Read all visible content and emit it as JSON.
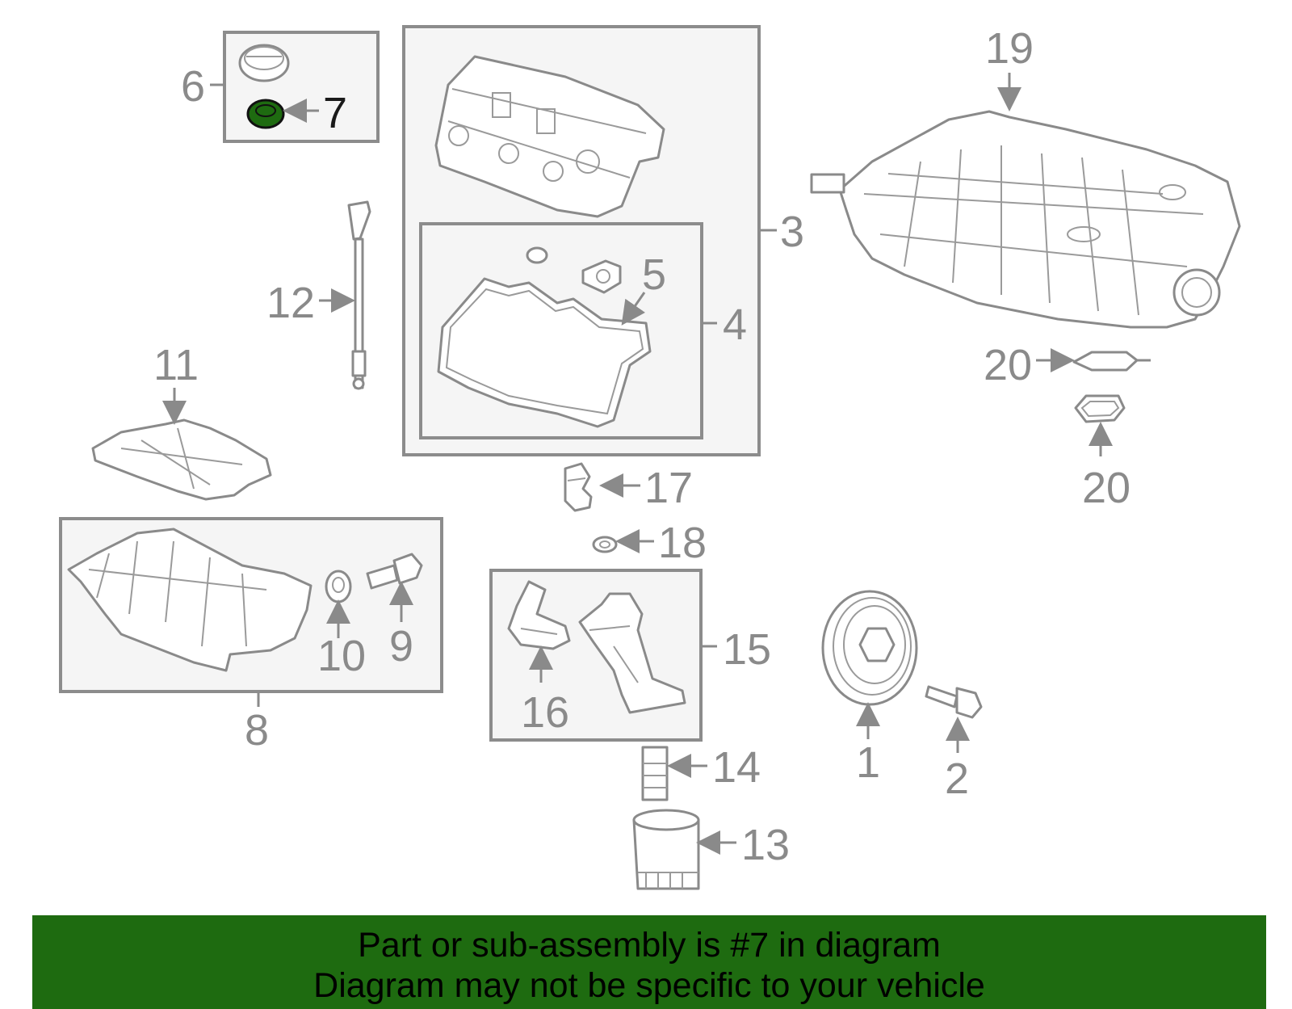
{
  "callouts": {
    "c1": "1",
    "c2": "2",
    "c3": "3",
    "c4": "4",
    "c5": "5",
    "c6": "6",
    "c7": "7",
    "c8": "8",
    "c9": "9",
    "c10": "10",
    "c11": "11",
    "c12": "12",
    "c13": "13",
    "c14": "14",
    "c15": "15",
    "c16": "16",
    "c17": "17",
    "c18": "18",
    "c19": "19",
    "c20a": "20",
    "c20b": "20"
  },
  "highlight": {
    "part": "7",
    "color": "#1e6b10"
  },
  "banner": {
    "line1": "Part or sub-assembly is #7 in diagram",
    "line2": "Diagram may not be specific to your vehicle",
    "background": "#1e6b10"
  }
}
